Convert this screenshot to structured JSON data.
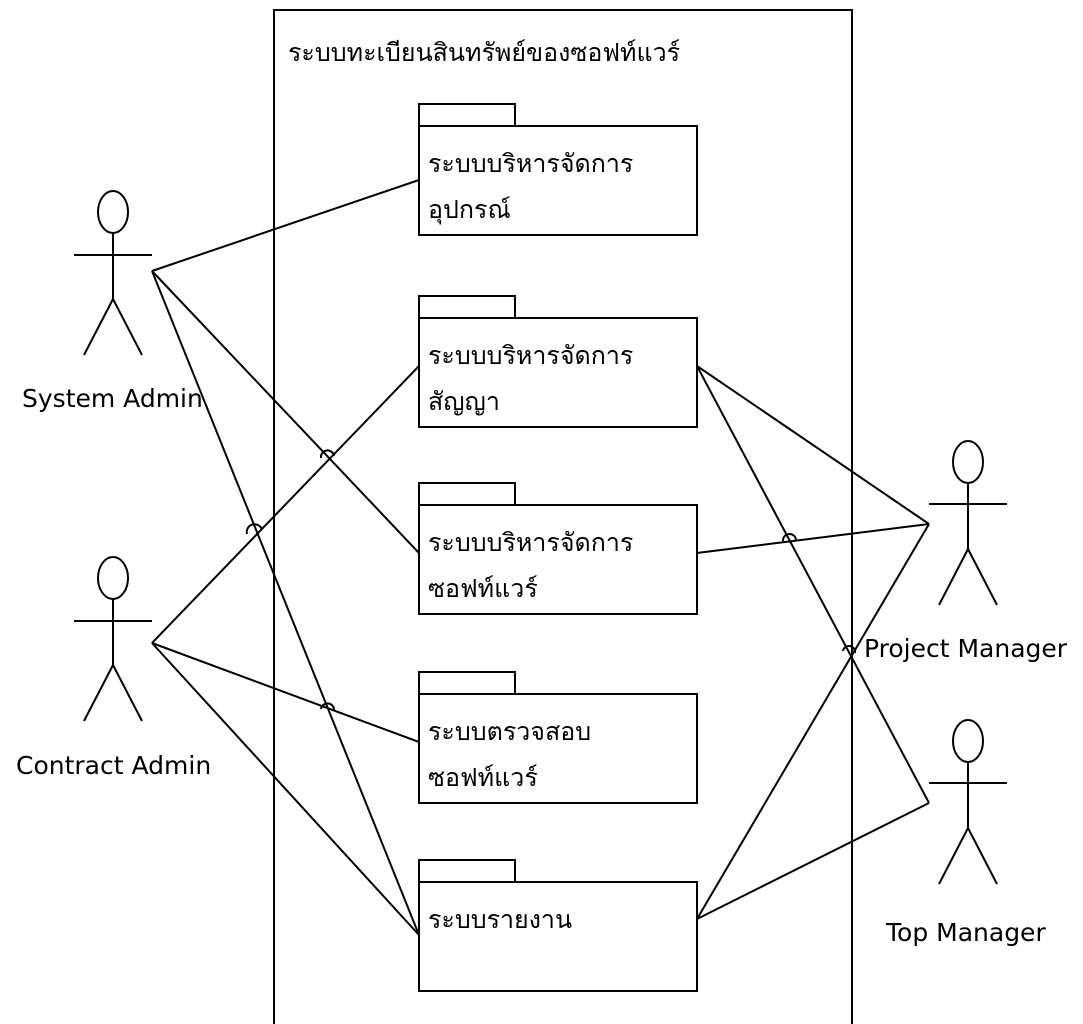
{
  "system": {
    "title": "ระบบทะเบียนสินทรัพย์ของซอฟท์แวร์"
  },
  "packages": [
    {
      "id": "equipment",
      "lines": [
        "ระบบบริหารจัดการ",
        "อุปกรณ์"
      ]
    },
    {
      "id": "contract",
      "lines": [
        "ระบบบริหารจัดการ",
        "สัญญา"
      ]
    },
    {
      "id": "software",
      "lines": [
        "ระบบบริหารจัดการ",
        "ซอฟท์แวร์"
      ]
    },
    {
      "id": "audit",
      "lines": [
        "ระบบตรวจสอบ",
        "ซอฟท์แวร์"
      ]
    },
    {
      "id": "report",
      "lines": [
        "ระบบรายงาน"
      ]
    }
  ],
  "actors": [
    {
      "id": "system-admin",
      "name": "System Admin"
    },
    {
      "id": "contract-admin",
      "name": "Contract Admin"
    },
    {
      "id": "project-manager",
      "name": "Project Manager"
    },
    {
      "id": "top-manager",
      "name": "Top Manager"
    }
  ],
  "associations": [
    {
      "actor": "system-admin",
      "package": "equipment"
    },
    {
      "actor": "system-admin",
      "package": "software"
    },
    {
      "actor": "system-admin",
      "package": "report"
    },
    {
      "actor": "contract-admin",
      "package": "contract"
    },
    {
      "actor": "contract-admin",
      "package": "audit"
    },
    {
      "actor": "contract-admin",
      "package": "report"
    },
    {
      "actor": "project-manager",
      "package": "contract"
    },
    {
      "actor": "project-manager",
      "package": "software"
    },
    {
      "actor": "project-manager",
      "package": "report"
    },
    {
      "actor": "top-manager",
      "package": "contract"
    },
    {
      "actor": "top-manager",
      "package": "report"
    }
  ]
}
